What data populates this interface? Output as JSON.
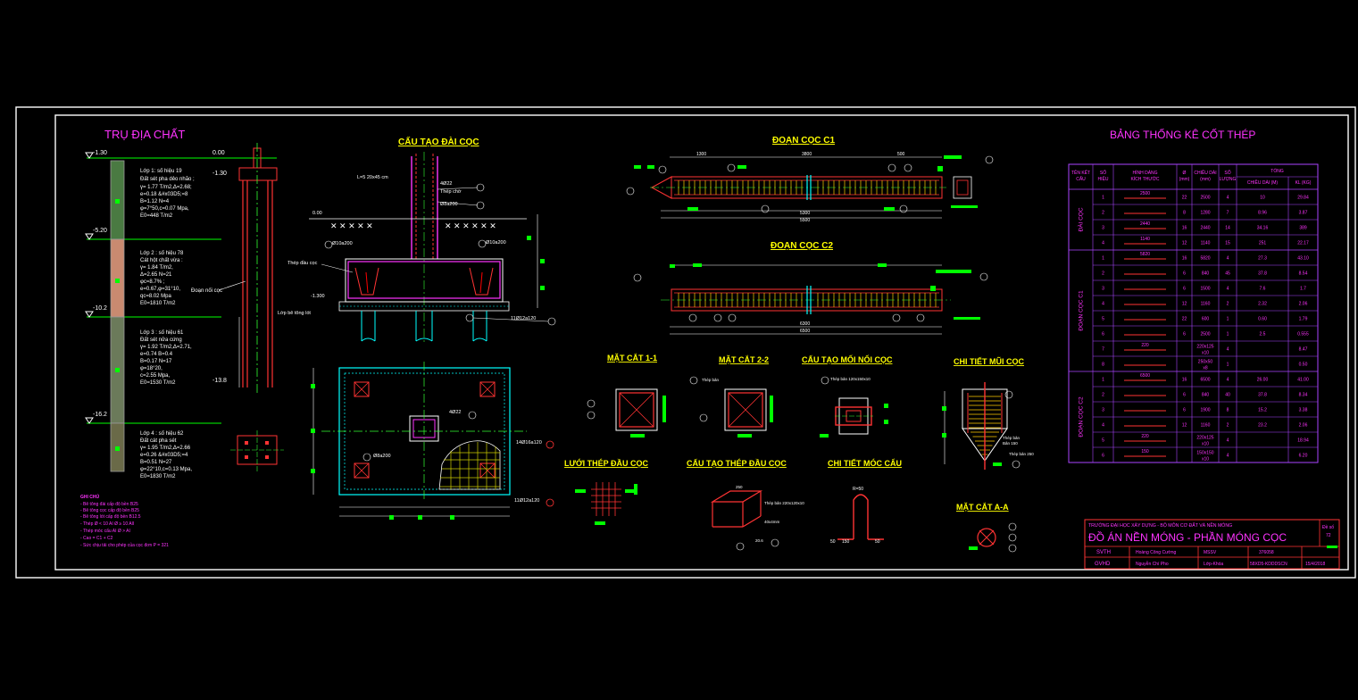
{
  "sheet": {
    "frame_color": "#ffffff",
    "titles": {
      "geology": "TRỤ ĐỊA CHẤT",
      "pile_cap": "CẤU TẠO ĐÀI CỌC",
      "pile_c1": "ĐOẠN CỌC C1",
      "pile_c2": "ĐOẠN CỌC C2",
      "section_11": "MẶT CẮT 1-1",
      "section_22": "MẶT CẮT 2-2",
      "joint": "CẤU TẠO MỐI NỐI CỌC",
      "tip": "CHI TIẾT MŨI CỌC",
      "mesh": "LƯỚI THÉP ĐẦU CỌC",
      "head_steel": "CẤU TẠO THÉP ĐẦU CỌC",
      "hook": "CHI TIẾT MÓC CẨU",
      "section_aa": "MẶT CẮT A-A",
      "steel_table": "BẢNG THỐNG KÊ CỐT THÉP"
    }
  },
  "geology": {
    "elevations": [
      "0.00",
      "-1.30",
      "-5.20",
      "-10.2",
      "-13.8",
      "-16.2"
    ],
    "layers": [
      {
        "lines": [
          "Lớp 1: số hiệu 19",
          "Đất sét pha dẻo nhão ;",
          "γ= 1.77 T/m2,Δ=2.68;",
          "e=0.18 &#x03D5;=8",
          "B=1.12 N=4",
          "φ=7°50,c=0.07 Mpa,",
          "E0=448 T/m2"
        ]
      },
      {
        "lines": [
          "Lớp 2 : số hiệu 78",
          "Cát hột chất vừa :",
          "γ= 1.84 T/m2,",
          "Δ=2.65 N=21",
          "φc=8.7% ;",
          "e=0.67,φ=31°10,",
          "qc=8.02 Mpa",
          "E0=1810 T/m2"
        ]
      },
      {
        "lines": [
          "Lớp 3 : số hiệu 61",
          "Đất sét nửa cứng",
          "γ= 1.92 T/m2,Δ=2.71,",
          "e=0.74 B=0.4",
          "B=0.17 N=17",
          "φ=18°20,",
          "c=2.55 Mpa,",
          "E0=1530 T/m2"
        ]
      },
      {
        "lines": [
          "Lớp 4 : số hiệu 62",
          "Đất cát pha sét",
          "γ= 1.95 T/m2,Δ=2.66",
          "e=0.26 &#x03D5;=4",
          "B=0.51 N=27",
          "φ=22°10,c=0.13 Mpa,",
          "E0=1830 T/m2"
        ]
      }
    ],
    "labels": {
      "pile_joint": "Đoạn nối cọc"
    },
    "notes_title": "GHI CHÚ",
    "notes": [
      "- Bê tông đài cấp độ bền B25",
      "- Bê tông cọc cấp độ bền B25",
      "- Bê tông lót cấp độ bền B12.5",
      "- Thép Ø < 10 AI Ø ≥ 10 AII",
      "- Thép móc cẩu AI Ø > AI",
      "- Cao = C1 + C2",
      "- Sức chịu tải cho phép của cọc đơn P = 321"
    ]
  },
  "pile_cap": {
    "labels": {
      "rebar1": "4Ø22",
      "rebar2": "Ø8a200",
      "steel_plate": "Thép chờ",
      "l_note": "L=5 20x45 cm",
      "elev_top": "0.00",
      "elev_bot": "-1.300",
      "pile_head": "Thép đầu cọc",
      "lean_concrete": "Lớp bê tông lót",
      "bar_a": "Ø10a200",
      "bar_b": "Ø10a200",
      "bar_c": "11Ø12a120",
      "plan_rebar": "4Ø22",
      "plan_stirrup": "Ø8a200",
      "plan_mesh1": "14Ø16a120",
      "plan_mesh2": "11Ø12a120"
    }
  },
  "piles": {
    "c1_dims": {
      "left": "1300",
      "mid": "3800",
      "right": "500",
      "total": "5500",
      "sub": "5300",
      "bottom": "5500"
    },
    "c2_dims": {
      "total": "6500",
      "sub": "6300"
    },
    "section_label": "Thép bản",
    "joint_label": "Thép bản 120x150x10",
    "tip_labels": [
      "Thép bản",
      "Bản 150",
      "Thép bản 250"
    ],
    "head_dims": {
      "w": "250",
      "note": "Thép bản 220x120x10",
      "val": "40x4mm",
      "d": "20.6"
    },
    "hook": {
      "r": "R=50",
      "a": "50",
      "b": "150",
      "c": "50"
    }
  },
  "steel_table": {
    "headers": {
      "element": "TÊN KẾT CẤU",
      "no": "SỐ HIỆU",
      "shape": "HÌNH DÁNG KÍCH THƯỚC",
      "dia": "Ø (mm)",
      "len": "CHIỀU DÀI (mm)",
      "qty": "SỐ LƯỢNG",
      "total": "TỔNG",
      "total_len": "CHIỀU DÀI (M)",
      "weight": "KL (KG)"
    },
    "groups": [
      {
        "name": "ĐÀI CỌC",
        "rows": [
          {
            "no": "1",
            "shape": "2500",
            "dia": "22",
            "len": "2500",
            "qty": "4",
            "tlen": "10",
            "kg": "29.84"
          },
          {
            "no": "2",
            "shape": "",
            "dia": "8",
            "len": "1280",
            "qty": "7",
            "tlen": "8.96",
            "kg": "3.87"
          },
          {
            "no": "3",
            "shape": "2440",
            "dia": "16",
            "len": "2440",
            "qty": "14",
            "tlen": "34.16",
            "kg": "389"
          },
          {
            "no": "4",
            "shape": "1140",
            "dia": "12",
            "len": "1140",
            "qty": "15",
            "tlen": "251",
            "kg": "22.17"
          }
        ]
      },
      {
        "name": "ĐOẠN CỌC C1",
        "rows": [
          {
            "no": "1",
            "shape": "5820",
            "dia": "16",
            "len": "5820",
            "qty": "4",
            "tlen": "27.3",
            "kg": "43.10"
          },
          {
            "no": "2",
            "shape": "",
            "dia": "6",
            "len": "840",
            "qty": "45",
            "tlen": "37.8",
            "kg": "8.54"
          },
          {
            "no": "3",
            "shape": "",
            "dia": "6",
            "len": "1500",
            "qty": "4",
            "tlen": "7.6",
            "kg": "1.7"
          },
          {
            "no": "4",
            "shape": "",
            "dia": "12",
            "len": "1160",
            "qty": "2",
            "tlen": "2.32",
            "kg": "2.06"
          },
          {
            "no": "5",
            "shape": "",
            "dia": "22",
            "len": "600",
            "qty": "1",
            "tlen": "0.60",
            "kg": "1.79"
          },
          {
            "no": "6",
            "shape": "",
            "dia": "6",
            "len": "2500",
            "qty": "1",
            "tlen": "2.5",
            "kg": "0.555"
          },
          {
            "no": "7",
            "shape": "220",
            "dia": "",
            "len": "220x125 x10",
            "qty": "4",
            "tlen": "",
            "kg": "8.47"
          },
          {
            "no": "8",
            "shape": "",
            "dia": "",
            "len": "250x50 x8",
            "qty": "1",
            "tlen": "",
            "kg": "0.50"
          }
        ]
      },
      {
        "name": "ĐOẠN CỌC C2",
        "rows": [
          {
            "no": "1",
            "shape": "6500",
            "dia": "16",
            "len": "6500",
            "qty": "4",
            "tlen": "26.00",
            "kg": "41.00"
          },
          {
            "no": "2",
            "shape": "",
            "dia": "6",
            "len": "840",
            "qty": "40",
            "tlen": "37.8",
            "kg": "8.34"
          },
          {
            "no": "3",
            "shape": "",
            "dia": "6",
            "len": "1900",
            "qty": "8",
            "tlen": "15.2",
            "kg": "3.38"
          },
          {
            "no": "4",
            "shape": "",
            "dia": "12",
            "len": "1160",
            "qty": "2",
            "tlen": "23.2",
            "kg": "2.06"
          },
          {
            "no": "5",
            "shape": "220",
            "dia": "",
            "len": "220x125 x10",
            "qty": "4",
            "tlen": "",
            "kg": "18.94"
          },
          {
            "no": "6",
            "shape": "150",
            "dia": "",
            "len": "150x150 x10",
            "qty": "4",
            "tlen": "",
            "kg": "6.20"
          }
        ]
      }
    ]
  },
  "title_block": {
    "school": "TRƯỜNG ĐẠI HỌC XÂY DỰNG - BỘ MÔN CƠ ĐẤT VÀ NỀN MÓNG",
    "project": "ĐỒ ÁN NỀN MÓNG - PHẦN MÓNG CỌC",
    "sheet_label": "Đề số",
    "sheet_no": "72",
    "svth_label": "SVTH",
    "svth_name": "Hoàng Công Cường",
    "mssv_label": "MSSV",
    "mssv": "376058",
    "gvhd_label": "GVHD",
    "gvhd_name": "Nguyễn Chí Pho",
    "class_label": "Lớp-Khóa",
    "class": "58XD5-KDDDSCN",
    "date": "15/4/2018"
  }
}
